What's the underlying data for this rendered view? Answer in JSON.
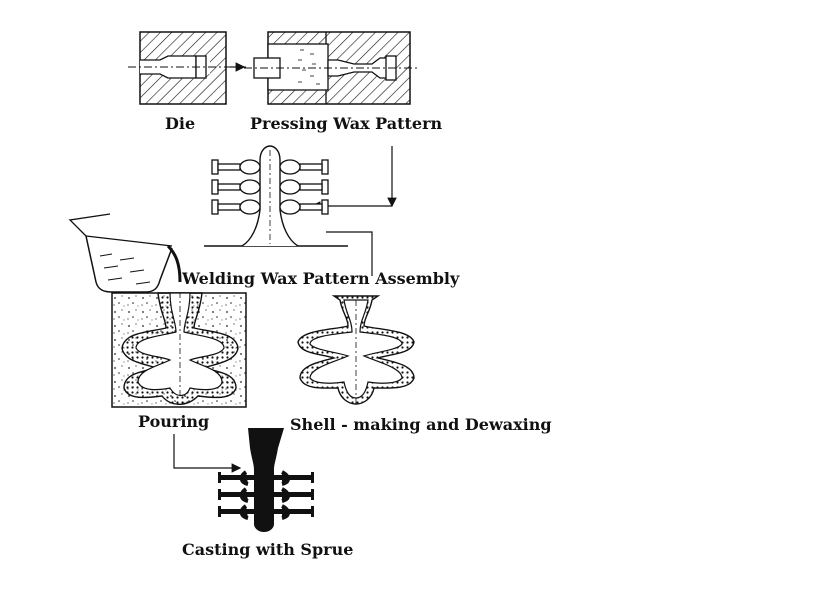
{
  "labels": {
    "die": "Die",
    "pressing": "Pressing Wax Pattern",
    "welding": "Welding Wax Pattern Assembly",
    "pouring": "Pouring",
    "shell": "Shell - making and Dewaxing",
    "casting": "Casting with Sprue"
  },
  "colors": {
    "ink": "#111111",
    "background": "#ffffff"
  }
}
